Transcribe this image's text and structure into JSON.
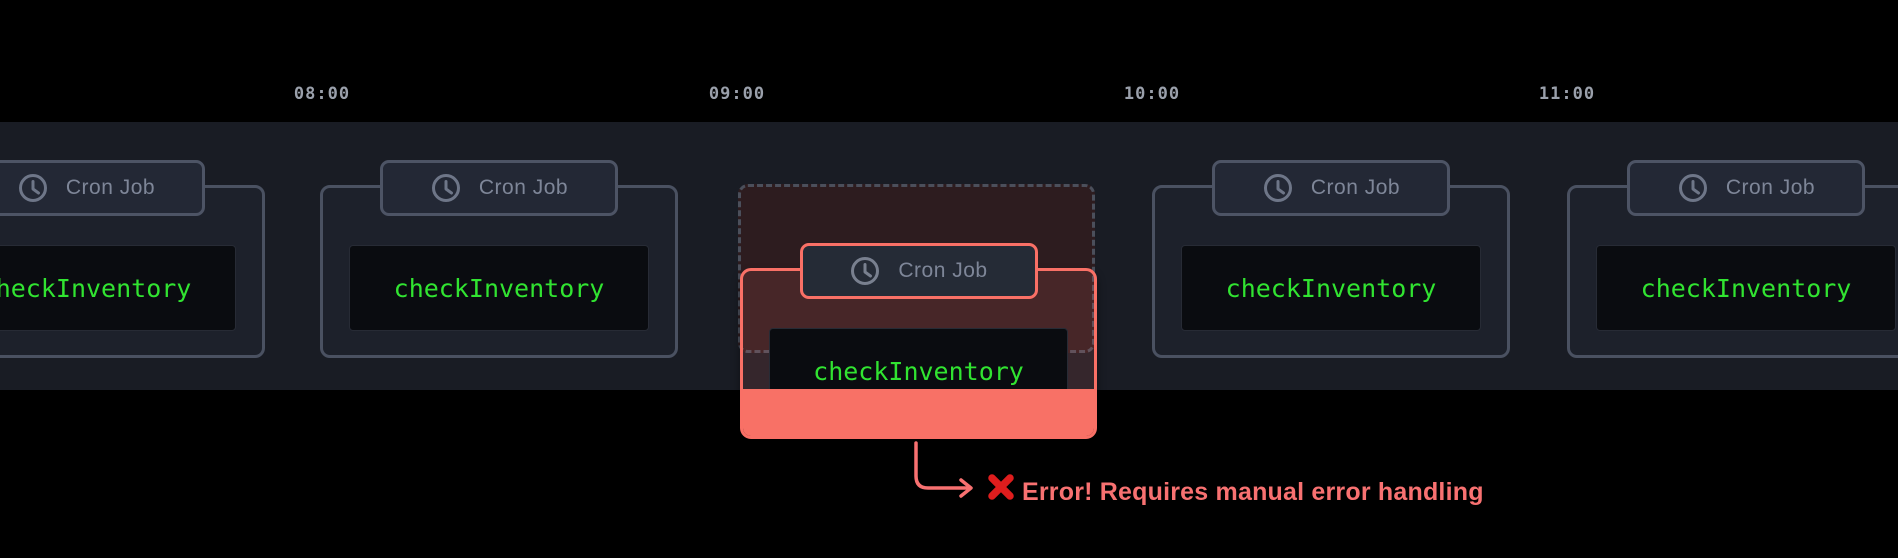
{
  "timeline": {
    "times": [
      "08:00",
      "09:00",
      "10:00",
      "11:00"
    ]
  },
  "cron_card": {
    "badge_label": "Cron Job",
    "badge_icon": "clock-icon",
    "job_name": "checkInventory"
  },
  "error_card": {
    "badge_label": "Cron Job",
    "job_name": "checkInventory",
    "state": "failed"
  },
  "error_callout": {
    "icon": "x-mark-icon",
    "message": "Error! Requires manual error handling"
  },
  "colors": {
    "band_background": "#191c24",
    "card_border": "#4a5161",
    "badge_background": "#232835",
    "badge_text": "#7e8698",
    "job_text_green": "#31e431",
    "job_box_background": "#0a0c10",
    "error_salmon": "#f97066",
    "error_footer_fill": "#f87166",
    "error_text": "#f87171",
    "error_icon_red": "#df1d1d",
    "time_label_gray": "#9aa0ab"
  }
}
